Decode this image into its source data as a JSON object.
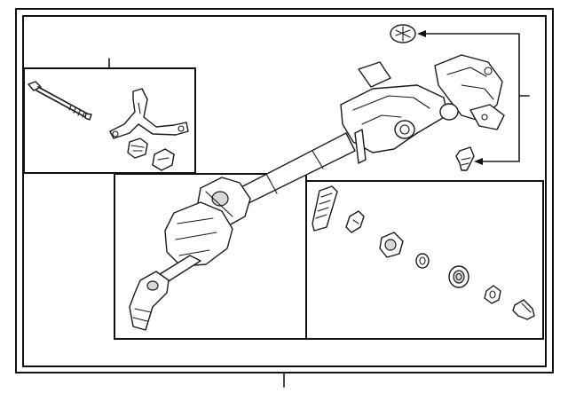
{
  "diagram": {
    "groups": [
      {
        "id": "mount-hardware",
        "parts": [
          "bolt",
          "bracket",
          "clip",
          "clip-nut"
        ]
      },
      {
        "id": "intermediate-shaft",
        "parts": [
          "universal-joint",
          "lower-joint",
          "shaft"
        ]
      },
      {
        "id": "column-components",
        "parts": [
          "shim",
          "retainer",
          "bushing",
          "washer",
          "bearing",
          "seal",
          "cap"
        ]
      }
    ],
    "callouts": [
      "medallion",
      "screw"
    ]
  }
}
